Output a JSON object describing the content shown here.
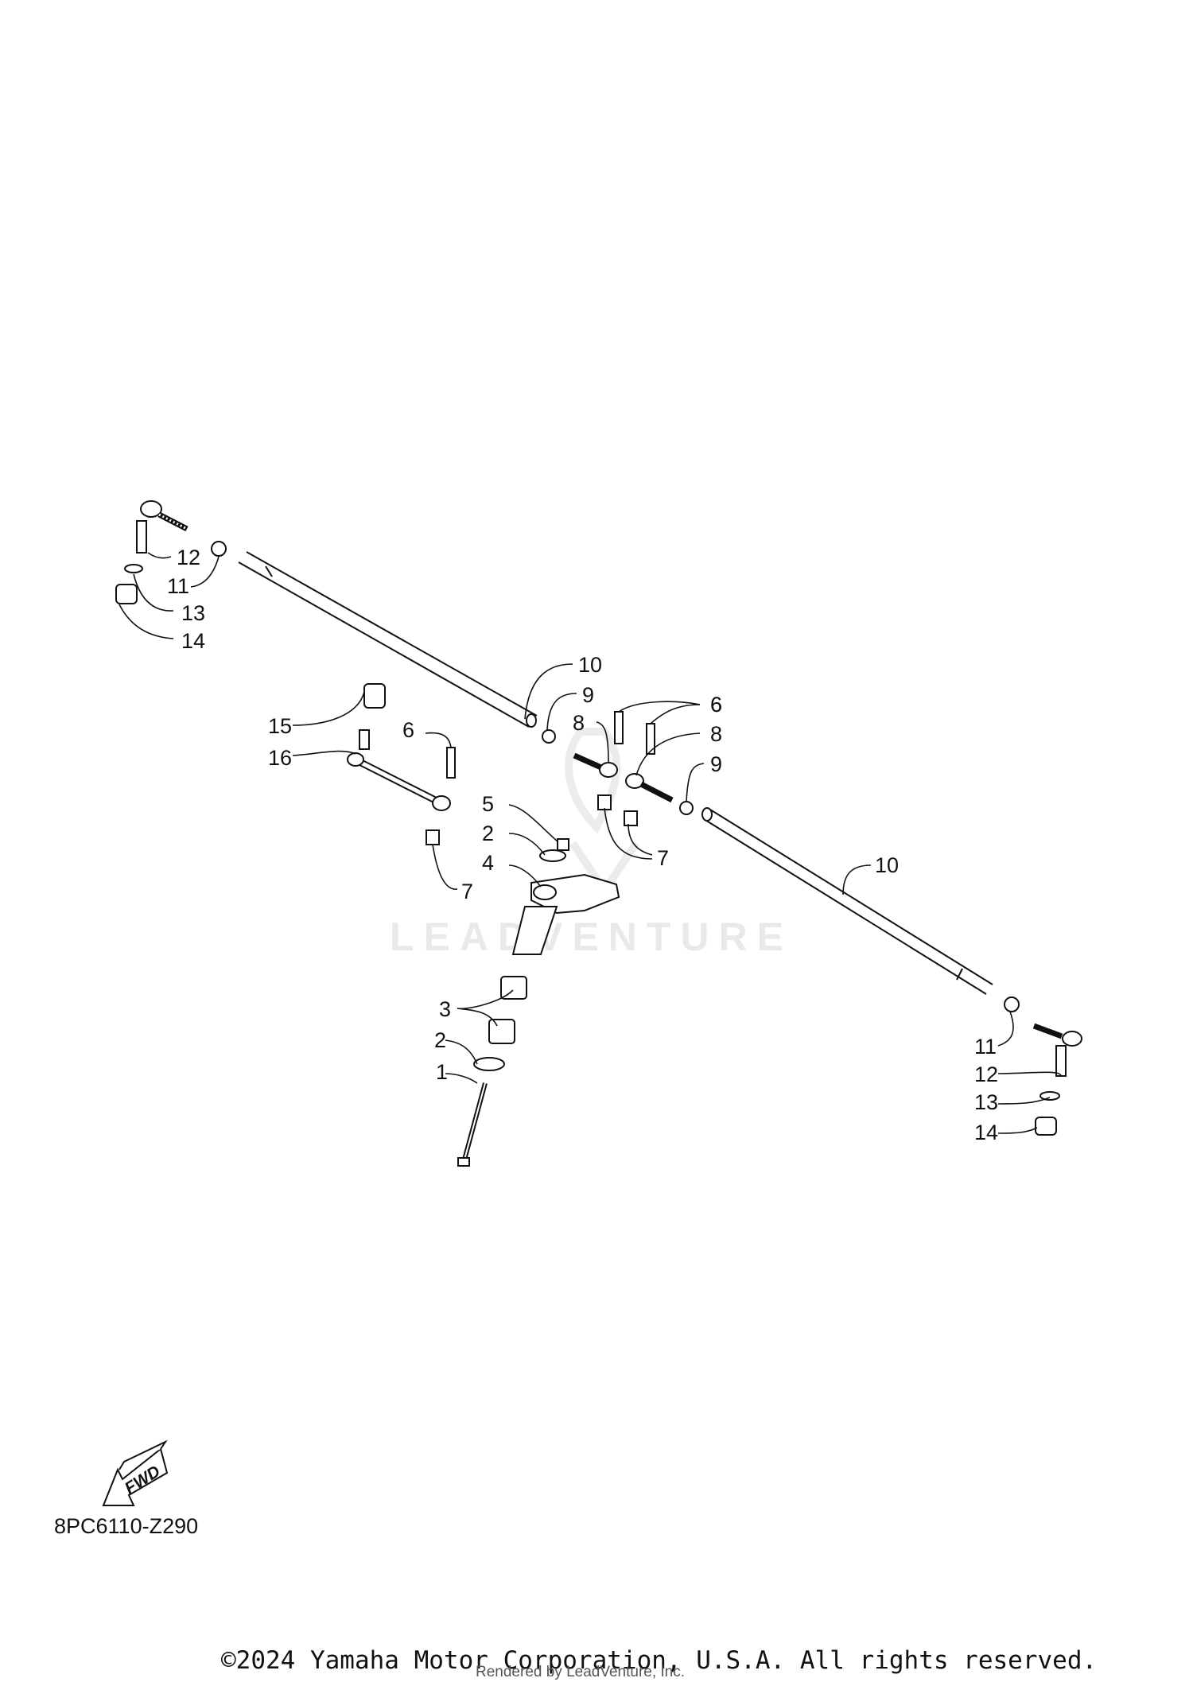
{
  "watermark": "LEADVENTURE",
  "diagram_code": "8PC6110-Z290",
  "fwd_label": "FWD",
  "copyright": "©2024 Yamaha Motor Corporation, U.S.A. All rights reserved.",
  "rendered_by": "Rendered by LeadVenture, Inc.",
  "callouts": [
    "12",
    "11",
    "13",
    "14",
    "10",
    "9",
    "8",
    "6",
    "6",
    "8",
    "9",
    "15",
    "16",
    "6",
    "5",
    "2",
    "4",
    "7",
    "7",
    "3",
    "2",
    "1",
    "10",
    "11",
    "12",
    "13",
    "14"
  ]
}
